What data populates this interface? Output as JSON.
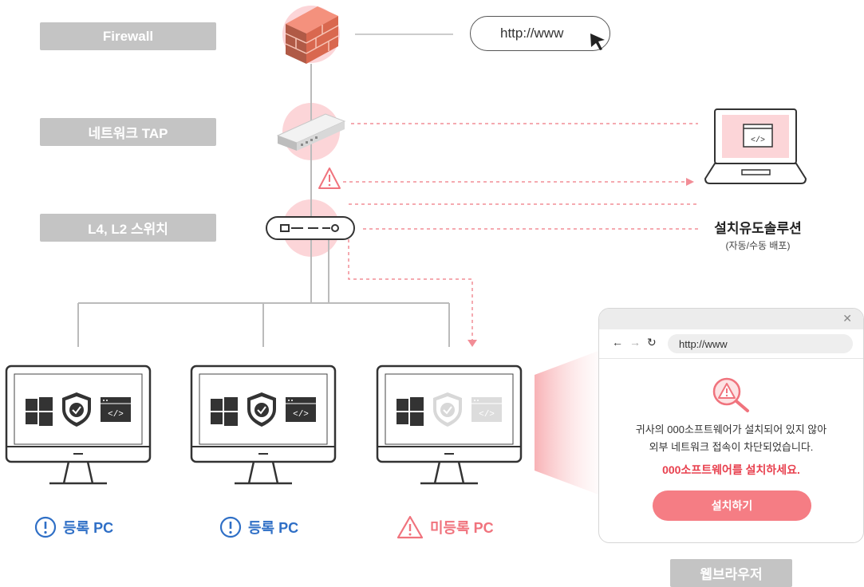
{
  "labels": {
    "firewall": "Firewall",
    "tap": "네트워크 TAP",
    "switch": "L4, L2 스위치"
  },
  "url_bar": {
    "text": "http://www"
  },
  "laptop": {
    "title": "설치유도솔루션",
    "subtitle": "(자동/수동 배포)"
  },
  "pcs": [
    {
      "label": "등록 PC",
      "status": "registered"
    },
    {
      "label": "등록 PC",
      "status": "registered"
    },
    {
      "label": "미등록 PC",
      "status": "unregistered"
    }
  ],
  "browser": {
    "address": "http://www",
    "message_line1": "귀사의 000소프트웨어가 설치되어 있지 않아",
    "message_line2": "외부 네트워크 접속이 차단되었습니다.",
    "warning": "000소프트웨어를 설치하세요.",
    "button": "설치하기",
    "caption": "웹브라우저"
  },
  "colors": {
    "accent_red": "#e8414f",
    "registered_blue": "#2f6fc6",
    "warn_pink": "#f0737d",
    "label_gray": "#c4c4c4"
  }
}
